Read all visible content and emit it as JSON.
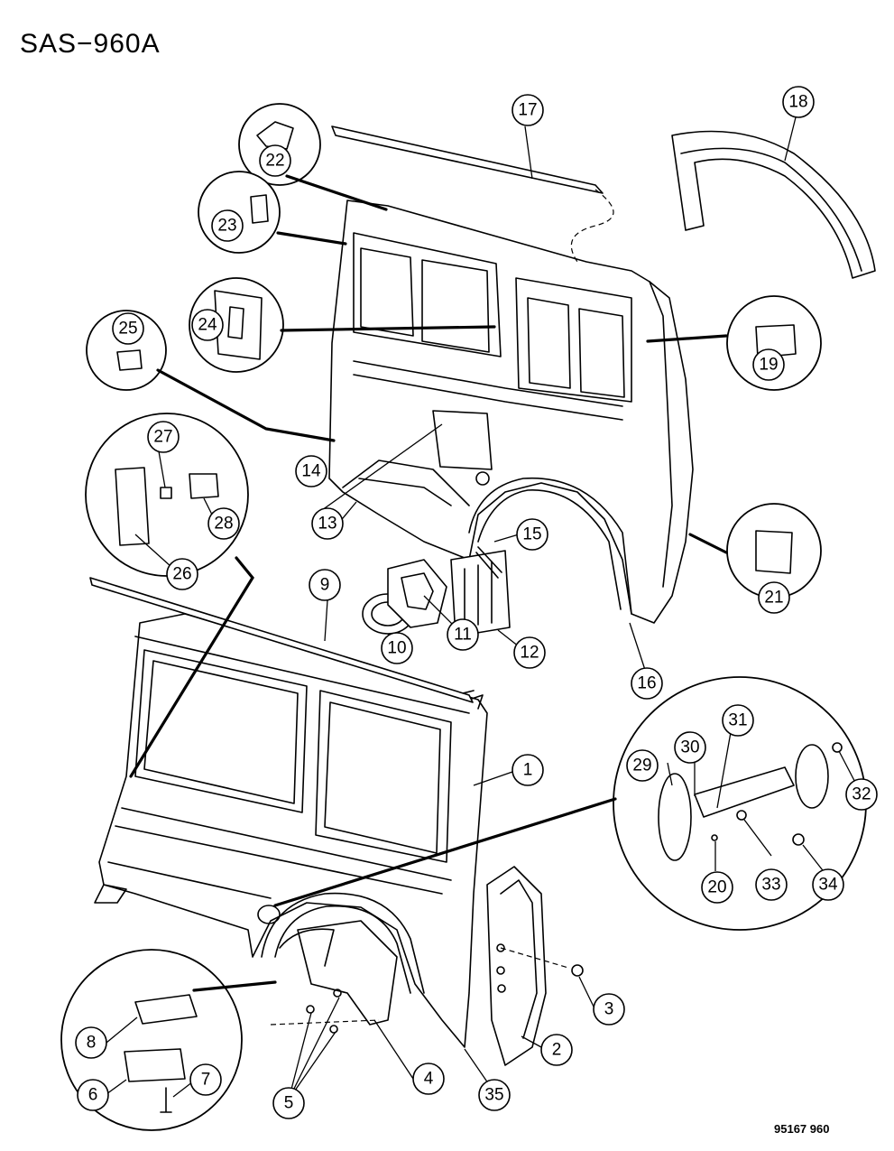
{
  "diagram_code": "SAS−960A",
  "figure_number": "95167  960",
  "callouts": [
    {
      "id": "c1",
      "label": "1"
    },
    {
      "id": "c2",
      "label": "2"
    },
    {
      "id": "c3",
      "label": "3"
    },
    {
      "id": "c4",
      "label": "4"
    },
    {
      "id": "c5",
      "label": "5"
    },
    {
      "id": "c6",
      "label": "6"
    },
    {
      "id": "c7",
      "label": "7"
    },
    {
      "id": "c8",
      "label": "8"
    },
    {
      "id": "c9",
      "label": "9"
    },
    {
      "id": "c10",
      "label": "10"
    },
    {
      "id": "c11",
      "label": "11"
    },
    {
      "id": "c12",
      "label": "12"
    },
    {
      "id": "c13",
      "label": "13"
    },
    {
      "id": "c14",
      "label": "14"
    },
    {
      "id": "c15",
      "label": "15"
    },
    {
      "id": "c16",
      "label": "16"
    },
    {
      "id": "c17",
      "label": "17"
    },
    {
      "id": "c18",
      "label": "18"
    },
    {
      "id": "c19",
      "label": "19"
    },
    {
      "id": "c20",
      "label": "20"
    },
    {
      "id": "c21",
      "label": "21"
    },
    {
      "id": "c22",
      "label": "22"
    },
    {
      "id": "c23",
      "label": "23"
    },
    {
      "id": "c24",
      "label": "24"
    },
    {
      "id": "c25",
      "label": "25"
    },
    {
      "id": "c26",
      "label": "26"
    },
    {
      "id": "c27",
      "label": "27"
    },
    {
      "id": "c28",
      "label": "28"
    },
    {
      "id": "c29",
      "label": "29"
    },
    {
      "id": "c30",
      "label": "30"
    },
    {
      "id": "c31",
      "label": "31"
    },
    {
      "id": "c32",
      "label": "32"
    },
    {
      "id": "c33",
      "label": "33"
    },
    {
      "id": "c34",
      "label": "34"
    },
    {
      "id": "c35",
      "label": "35"
    }
  ]
}
